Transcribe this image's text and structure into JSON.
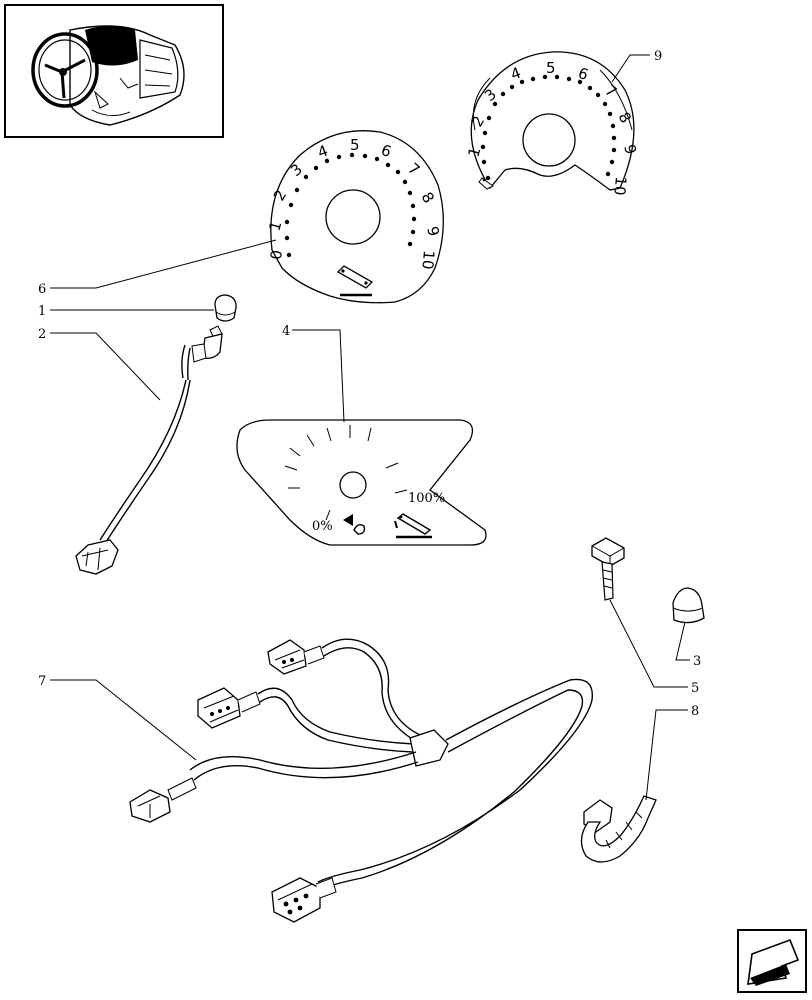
{
  "callouts": {
    "c1": "1",
    "c2": "2",
    "c3": "3",
    "c4": "4",
    "c5": "5",
    "c6": "6",
    "c7": "7",
    "c8": "8",
    "c9": "9"
  },
  "dial_large": {
    "numbers": [
      "0",
      "1",
      "2",
      "3",
      "4",
      "5",
      "6",
      "7",
      "8",
      "9",
      "10"
    ]
  },
  "dial_small": {
    "numbers": [
      "1",
      "2",
      "3",
      "4",
      "5",
      "6",
      "7",
      "8",
      "9",
      "10"
    ]
  },
  "fuel_gauge": {
    "label_empty": "0%",
    "label_full": "100%"
  },
  "icons": {
    "thumbnail": "tractor-cab-steering-wheel-view",
    "nav": "page-nav-arrow-icon"
  }
}
